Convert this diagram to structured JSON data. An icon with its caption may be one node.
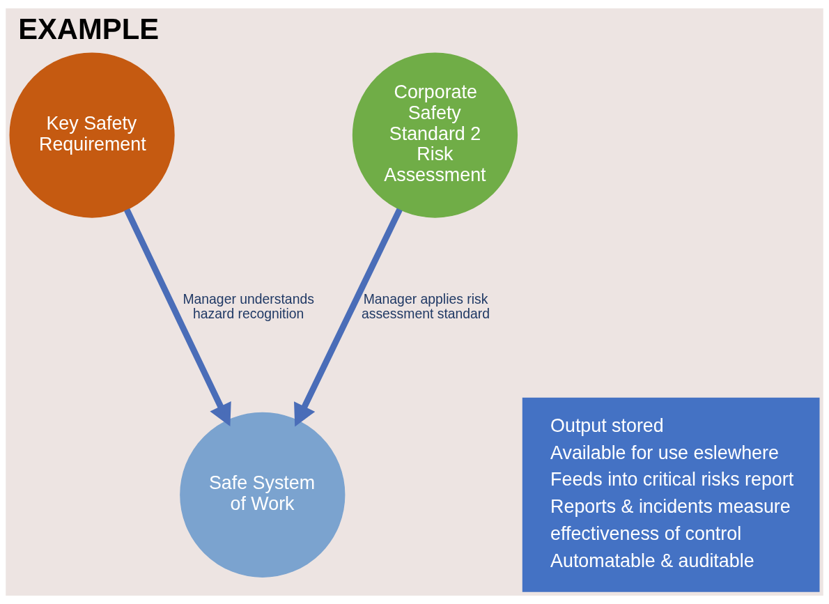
{
  "diagram": {
    "title": "EXAMPLE",
    "nodes": [
      {
        "text": [
          "Key Safety Requirement"
        ]
      },
      {
        "text": [
          "Corporate Safety Standard 2 Risk Assessment"
        ]
      },
      {
        "text": [
          "Safe System of Work"
        ]
      },
      {
        "text": [
          "Output stored",
          "Available for use eslewhere",
          "Feeds into critical risks report",
          "Reports & incidents measure effectiveness of control",
          "Automatable & auditable"
        ]
      }
    ],
    "edges": [
      {
        "from": 0,
        "to": 2,
        "arrow": "to",
        "label": "Manager understands hazard recognition"
      },
      {
        "from": 1,
        "to": 2,
        "arrow": "to",
        "label": "Manager applies risk assessment standard"
      }
    ]
  }
}
